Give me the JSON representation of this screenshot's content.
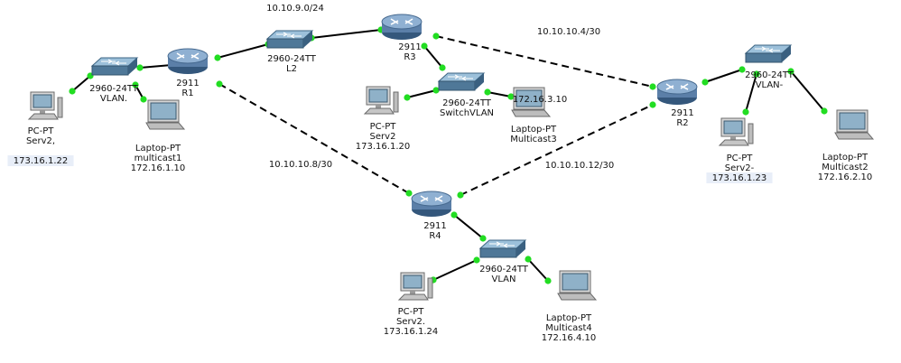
{
  "colors": {
    "background": "#ffffff",
    "link": "#000000",
    "port_up": "#22dd22",
    "router_body": "#5b7fa8",
    "switch_body": "#4f7898",
    "device_screen": "#8fb1c8",
    "label_highlight": "#e8eef8"
  },
  "nodes": [
    {
      "id": "R1",
      "kind": "router",
      "icon": "router-icon",
      "label_lines": [
        "2911",
        "R1"
      ]
    },
    {
      "id": "R3",
      "kind": "router",
      "icon": "router-icon",
      "label_lines": [
        "2911",
        "R3"
      ]
    },
    {
      "id": "R2",
      "kind": "router",
      "icon": "router-icon",
      "label_lines": [
        "2911",
        "R2"
      ]
    },
    {
      "id": "R4",
      "kind": "router",
      "icon": "router-icon",
      "label_lines": [
        "2911",
        "R4"
      ]
    },
    {
      "id": "SW1",
      "kind": "switch",
      "icon": "switch-icon",
      "label_lines": [
        "2960-24TT",
        "VLAN."
      ]
    },
    {
      "id": "L2",
      "kind": "switch",
      "icon": "switch-icon",
      "label_lines": [
        "2960-24TT",
        "L2"
      ]
    },
    {
      "id": "SW3",
      "kind": "switch",
      "icon": "switch-icon",
      "label_lines": [
        "2960-24TT",
        "SwitchVLAN"
      ]
    },
    {
      "id": "SW2",
      "kind": "switch",
      "icon": "switch-icon",
      "label_lines": [
        "2960-24TT",
        "VLAN-"
      ]
    },
    {
      "id": "SW4",
      "kind": "switch",
      "icon": "switch-icon",
      "label_lines": [
        "2960-24TT",
        "VLAN"
      ]
    },
    {
      "id": "PC1",
      "kind": "pc",
      "icon": "desktop-pc-icon",
      "label_lines": [
        "PC-PT",
        "Serv2,",
        "",
        "173.16.1.22"
      ]
    },
    {
      "id": "PC3",
      "kind": "pc",
      "icon": "desktop-pc-icon",
      "label_lines": [
        "PC-PT",
        "Serv2",
        "173.16.1.20"
      ]
    },
    {
      "id": "PC2",
      "kind": "pc",
      "icon": "desktop-pc-icon",
      "label_lines": [
        "PC-PT",
        "Serv2-",
        "173.16.1.23"
      ]
    },
    {
      "id": "PC4",
      "kind": "pc",
      "icon": "desktop-pc-icon",
      "label_lines": [
        "PC-PT",
        "Serv2.",
        "173.16.1.24"
      ]
    },
    {
      "id": "LP1",
      "kind": "laptop",
      "icon": "laptop-icon",
      "label_lines": [
        "Laptop-PT",
        "multicast1",
        "172.16.1.10"
      ]
    },
    {
      "id": "LP3",
      "kind": "laptop",
      "icon": "laptop-icon",
      "label_lines": [
        "Laptop-PT",
        "Multicast3"
      ]
    },
    {
      "id": "LP2",
      "kind": "laptop",
      "icon": "laptop-icon",
      "label_lines": [
        "Laptop-PT",
        "Multicast2",
        "172.16.2.10"
      ]
    },
    {
      "id": "LP4",
      "kind": "laptop",
      "icon": "laptop-icon",
      "label_lines": [
        "Laptop-PT",
        "Multicast4",
        "172.16.4.10"
      ]
    }
  ],
  "links": [
    {
      "from": "PC1",
      "to": "SW1",
      "style": "solid"
    },
    {
      "from": "LP1",
      "to": "SW1",
      "style": "solid"
    },
    {
      "from": "SW1",
      "to": "R1",
      "style": "solid"
    },
    {
      "from": "R1",
      "to": "L2",
      "style": "solid"
    },
    {
      "from": "L2",
      "to": "R3",
      "style": "solid"
    },
    {
      "from": "R3",
      "to": "SW3",
      "style": "solid"
    },
    {
      "from": "PC3",
      "to": "SW3",
      "style": "solid"
    },
    {
      "from": "SW3",
      "to": "LP3",
      "style": "solid"
    },
    {
      "from": "R3",
      "to": "R2",
      "style": "dashed"
    },
    {
      "from": "R1",
      "to": "R4",
      "style": "dashed"
    },
    {
      "from": "R4",
      "to": "R2",
      "style": "dashed"
    },
    {
      "from": "R2",
      "to": "SW2",
      "style": "solid"
    },
    {
      "from": "SW2",
      "to": "PC2",
      "style": "solid"
    },
    {
      "from": "SW2",
      "to": "LP2",
      "style": "solid"
    },
    {
      "from": "R4",
      "to": "SW4",
      "style": "solid"
    },
    {
      "from": "SW4",
      "to": "PC4",
      "style": "solid"
    },
    {
      "from": "SW4",
      "to": "LP4",
      "style": "solid"
    }
  ],
  "free_labels": [
    {
      "id": "net-r1-l2-r3",
      "text": "10.10.9.0/24"
    },
    {
      "id": "net-r3-r2",
      "text": "10.10.10.4/30"
    },
    {
      "id": "net-r1-r4",
      "text": "10.10.10.8/30"
    },
    {
      "id": "net-r4-r2",
      "text": "10.10.10.12/30"
    },
    {
      "id": "ip-lp3",
      "text": "172.16.3.10"
    }
  ]
}
